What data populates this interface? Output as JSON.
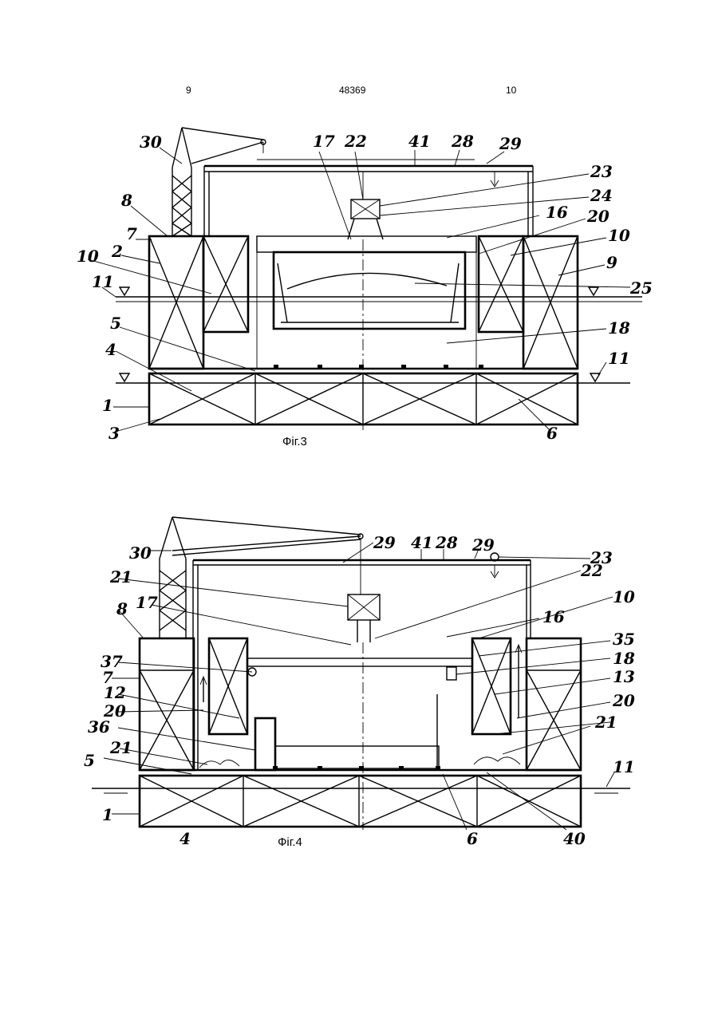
{
  "header": {
    "left": "9",
    "center": "48369",
    "right": "10"
  },
  "fig3": {
    "caption": "Фіг.3",
    "labels": [
      "30",
      "17",
      "22",
      "41",
      "28",
      "29",
      "23",
      "24",
      "8",
      "16",
      "20",
      "10",
      "7",
      "2",
      "9",
      "10",
      "11",
      "25",
      "5",
      "18",
      "4",
      "11",
      "1",
      "3",
      "6"
    ]
  },
  "fig4": {
    "caption": "Фіг.4",
    "labels": [
      "29",
      "41",
      "28",
      "29",
      "23",
      "30",
      "21",
      "22",
      "10",
      "8",
      "17",
      "16",
      "35",
      "37",
      "18",
      "7",
      "13",
      "12",
      "20",
      "20",
      "36",
      "21",
      "21",
      "5",
      "11",
      "1",
      "4",
      "6",
      "40"
    ]
  }
}
